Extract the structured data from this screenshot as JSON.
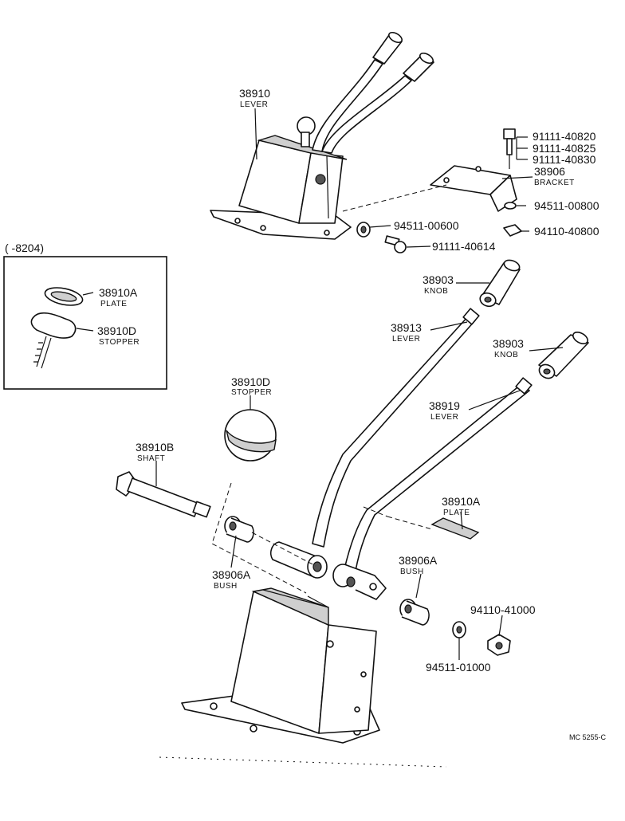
{
  "callouts": {
    "lever_assy": {
      "number": "38910",
      "name": "LEVER"
    },
    "bolt_1": {
      "number": "91111-40820"
    },
    "bolt_2": {
      "number": "91111-40825"
    },
    "bolt_3": {
      "number": "91111-40830"
    },
    "bracket": {
      "number": "38906",
      "name": "BRACKET"
    },
    "washer_top_right": {
      "number": "94511-00800"
    },
    "nut_top_right": {
      "number": "94110-40800"
    },
    "washer_top_left": {
      "number": "94511-00600"
    },
    "bolt_small": {
      "number": "91111-40614"
    },
    "knob_upper": {
      "number": "38903",
      "name": "KNOB"
    },
    "lever_38913": {
      "number": "38913",
      "name": "LEVER"
    },
    "knob_lower": {
      "number": "38903",
      "name": "KNOB"
    },
    "lever_38919": {
      "number": "38919",
      "name": "LEVER"
    },
    "stopper_ball": {
      "number": "38910D",
      "name": "STOPPER"
    },
    "shaft": {
      "number": "38910B",
      "name": "SHAFT"
    },
    "plate_right": {
      "number": "38910A",
      "name": "PLATE"
    },
    "bush_left": {
      "number": "38906A",
      "name": "BUSH"
    },
    "bush_right": {
      "number": "38906A",
      "name": "BUSH"
    },
    "nut_bottom": {
      "number": "94110-41000"
    },
    "washer_bottom": {
      "number": "94511-01000"
    }
  },
  "inset": {
    "range_label": "(      -8204)",
    "plate": {
      "number": "38910A",
      "name": "PLATE"
    },
    "stopper": {
      "number": "38910D",
      "name": "STOPPER"
    }
  },
  "footer": {
    "code": "MC 5255-C"
  }
}
